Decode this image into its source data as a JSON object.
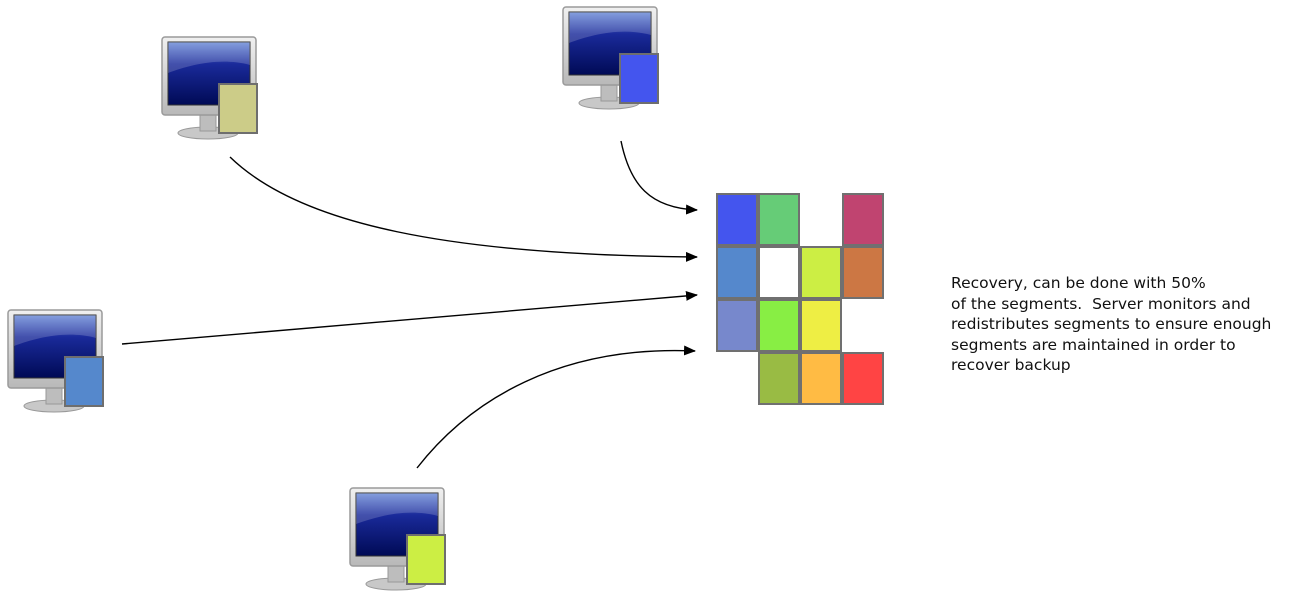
{
  "caption": {
    "lines": [
      "Recovery, can be done with 50%",
      "of the segments.  Server monitors and",
      "redistributes segments to ensure enough",
      "segments are maintained in order to",
      "recover backup"
    ]
  },
  "computers": [
    {
      "id": "top-left",
      "icon": "computer-monitor-icon",
      "doc_color": "#cccc88"
    },
    {
      "id": "top-center",
      "icon": "computer-monitor-icon",
      "doc_color": "#4455ee"
    },
    {
      "id": "left",
      "icon": "computer-monitor-icon",
      "doc_color": "#5588cc"
    },
    {
      "id": "bottom",
      "icon": "computer-monitor-icon",
      "doc_color": "#ccee44"
    }
  ],
  "segments": {
    "rows": [
      [
        "#4455ee",
        "#66cc77",
        null,
        "#c04470"
      ],
      [
        "#5588cc",
        "#ffffff",
        "#ccee44",
        "#cc7744"
      ],
      [
        "#7788cc",
        "#88ee44",
        "#eeee44",
        null
      ],
      [
        null,
        "#99bb44",
        "#ffbb44",
        "#ff4444"
      ]
    ]
  }
}
